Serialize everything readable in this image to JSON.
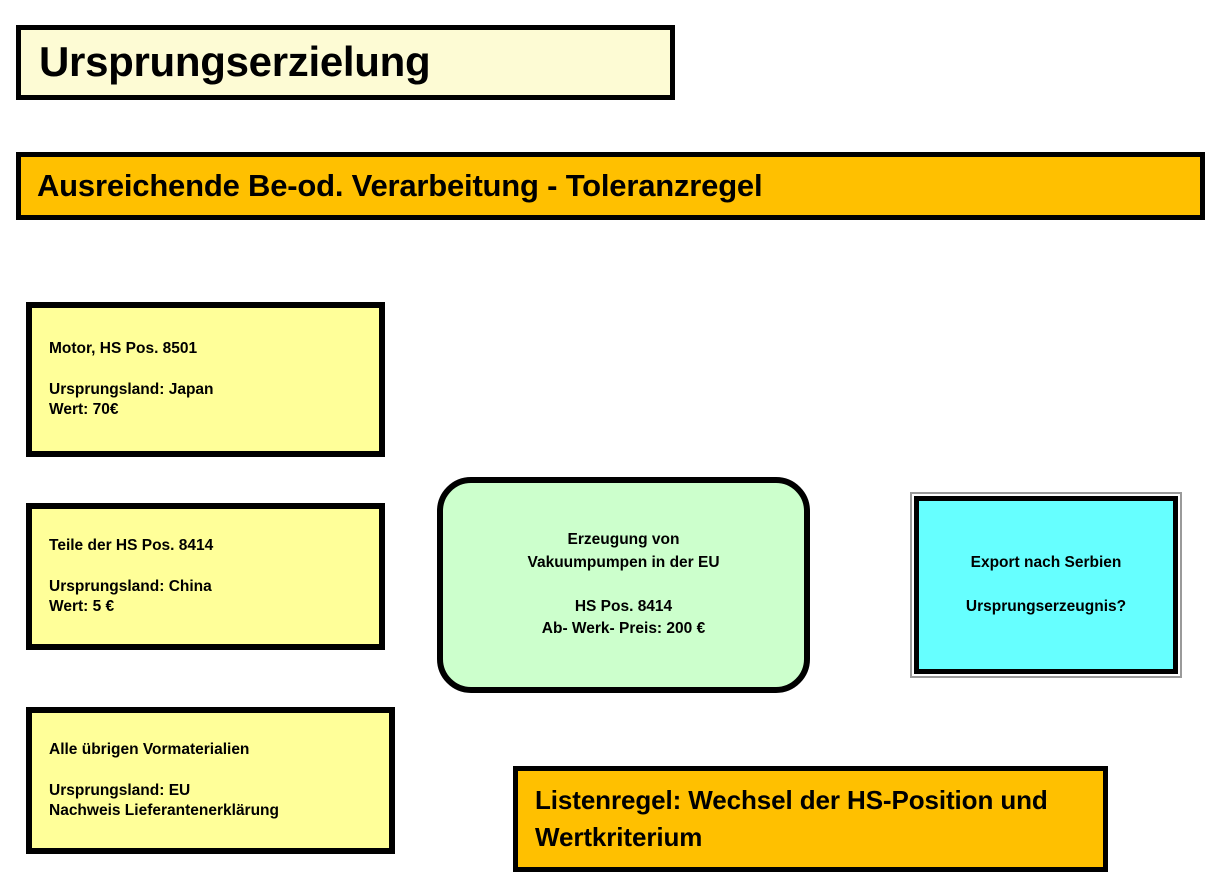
{
  "slide": {
    "title": {
      "text": "Ursprungserzielung",
      "fill": "#FDFBD4"
    },
    "header_banner": {
      "text": "Ausreichende Be-od. Verarbeitung - Toleranzregel",
      "fill": "#FFC000"
    },
    "material_boxes": [
      {
        "name": "motor",
        "line1": "Motor, HS Pos. 8501",
        "line2": "Ursprungsland: Japan",
        "line3": "Wert: 70€",
        "fill": "#FFFF99"
      },
      {
        "name": "teile-8414",
        "line1": "Teile der HS Pos. 8414",
        "line2": "Ursprungsland: China",
        "line3": "Wert: 5 €",
        "fill": "#FFFF99"
      },
      {
        "name": "uebrige-vormaterialien",
        "line1": "Alle übrigen Vormaterialien",
        "line2": "Ursprungsland: EU",
        "line3": "Nachweis Lieferantenerklärung",
        "fill": "#FFFF99"
      }
    ],
    "production_box": {
      "line1": "Erzeugung von",
      "line2": "Vakuumpumpen in der EU",
      "line3": "HS Pos. 8414",
      "line4": "Ab- Werk- Preis: 200 €",
      "fill": "#CCFFCC"
    },
    "export_box": {
      "line1": "Export nach Serbien",
      "line2": "Ursprungserzeugnis?",
      "fill": "#66FFFF"
    },
    "rule_box": {
      "line1": "Listenregel: Wechsel der HS-Position und",
      "line2": "Wertkriterium",
      "fill": "#FFC000"
    }
  }
}
